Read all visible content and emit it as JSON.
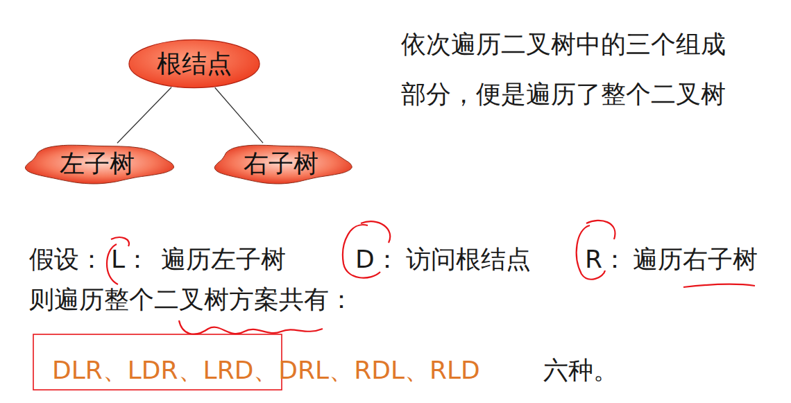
{
  "diagram": {
    "nodes": [
      {
        "text": [
          "根结点"
        ]
      },
      {
        "text": [
          "左子树"
        ]
      },
      {
        "text": [
          "右子树"
        ]
      }
    ],
    "edges": [
      {
        "from": 0,
        "to": 1,
        "arrow": "none"
      },
      {
        "from": 0,
        "to": 2,
        "arrow": "none"
      }
    ],
    "labels": [
      "依次遍历二叉树中的三个组成 部分，便是遍历了整个二叉树",
      "假设：",
      "L：",
      "遍历左子树",
      "D：",
      "访问根结点",
      "R：",
      "遍历右子树",
      "则遍历整个二叉树方案共有：",
      "DLR、LDR、LRD、DRL、RDL、RLD",
      "六种。"
    ]
  }
}
